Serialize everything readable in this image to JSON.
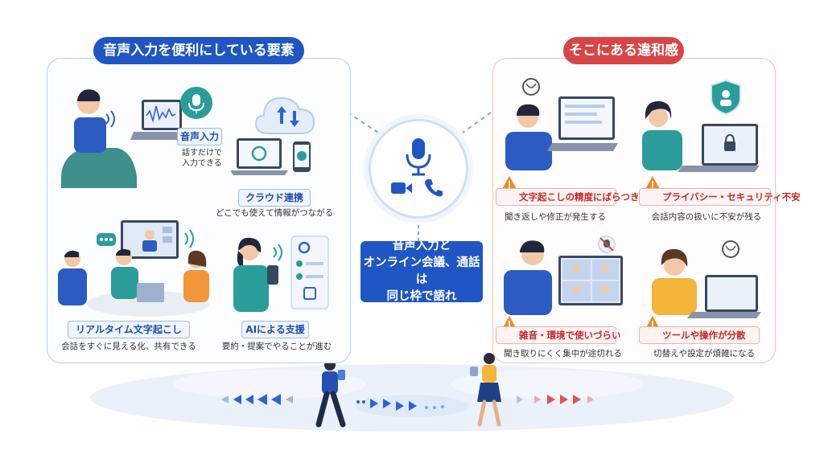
{
  "left_panel": {
    "title": "音声入力を便利にしている要素",
    "items": [
      {
        "label": "音声入力",
        "desc_line1": "話すだけで",
        "desc_line2": "入力できる"
      },
      {
        "label": "クラウド連携",
        "desc": "どこでも使えて情報がつながる"
      },
      {
        "label": "リアルタイム文字起こし",
        "desc": "会話をすぐに見える化、共有できる"
      },
      {
        "label": "AIによる支援",
        "desc": "要約・提案でやることが進む"
      }
    ]
  },
  "right_panel": {
    "title": "そこにある違和感",
    "items": [
      {
        "label": "文字起こしの精度にばらつき",
        "desc": "聞き返しや修正が発生する"
      },
      {
        "label": "プライバシー・セキュリティ不安",
        "desc": "会話内容の扱いに不安が残る"
      },
      {
        "label": "雑音・環境で使いづらい",
        "desc": "聞き取りにくく集中が途切れる"
      },
      {
        "label": "ツールや操作が分散",
        "desc": "切替えや設定が煩雑になる"
      }
    ]
  },
  "center": {
    "line1": "音声入力と",
    "line2": "オンライン会議、通話は",
    "line3": "同じ枠で語れ"
  },
  "colors": {
    "primary_blue": "#1f56c4",
    "alert_red": "#d94545",
    "warning_orange": "#f08a1c"
  },
  "icons": [
    "microphone-icon",
    "video-camera-icon",
    "phone-icon",
    "cloud-icon",
    "shield-icon",
    "brain-icon",
    "muted-mic-icon",
    "warning-icon",
    "chat-bubble-icon",
    "checklist-icon"
  ]
}
